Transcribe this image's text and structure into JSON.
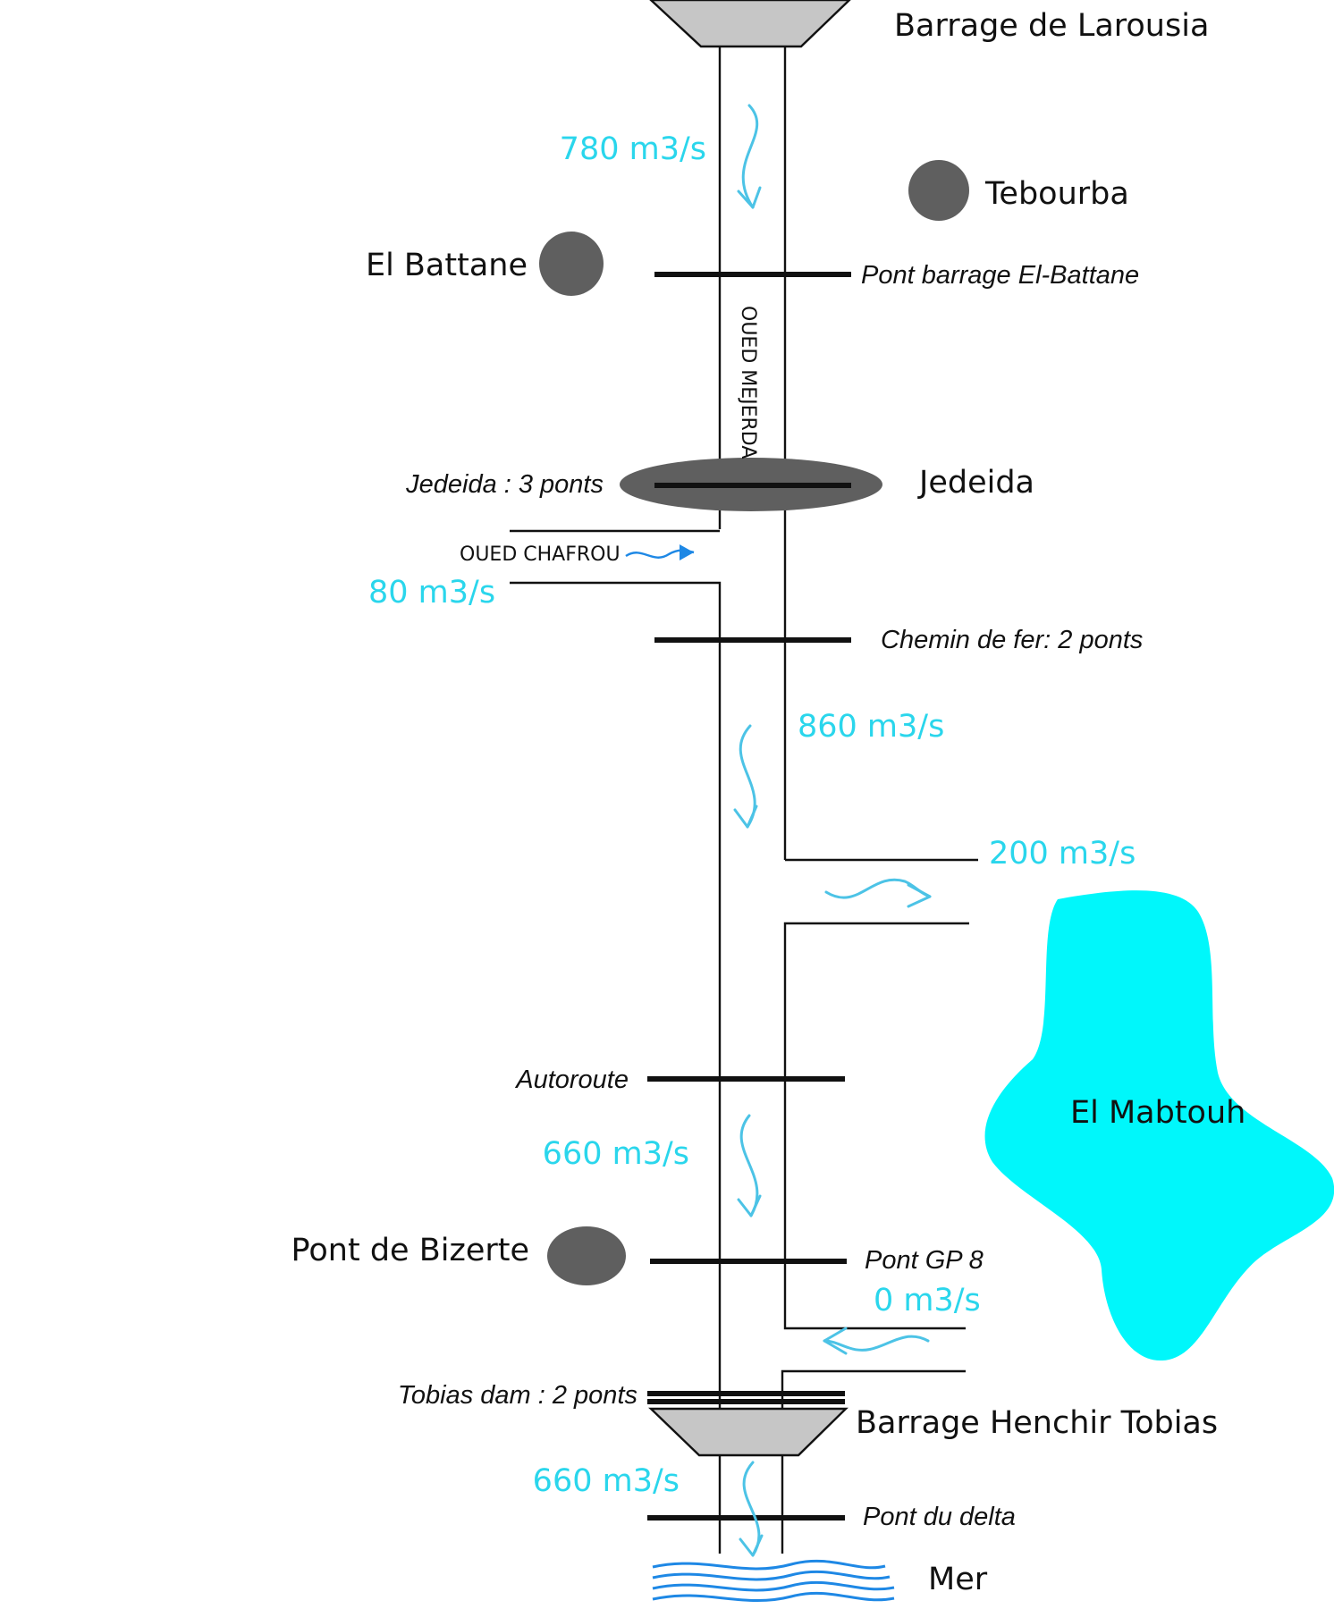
{
  "places": {
    "barrage_larousia": "Barrage de Larousia",
    "tebourba": "Tebourba",
    "el_battane": "El Battane",
    "jedeida": "Jedeida",
    "el_mabtouh": "El Mabtouh",
    "pont_de_bizerte": "Pont de Bizerte",
    "barrage_henchir_tobias": "Barrage Henchir Tobias",
    "mer": "Mer"
  },
  "bridges": {
    "pont_barrage_el_battane": "Pont barrage El-Battane",
    "jedeida_3_ponts": "Jedeida : 3 ponts",
    "chemin_de_fer": "Chemin de fer: 2 ponts",
    "autoroute": "Autoroute",
    "pont_gp8": "Pont GP 8",
    "tobias_dam": "Tobias dam : 2 ponts",
    "pont_du_delta": "Pont du delta"
  },
  "rivers": {
    "main": "OUED MEJERDA",
    "tributary": "OUED CHAFROU"
  },
  "flows": {
    "upstream": "780 m3/s",
    "chafrou": "80 m3/s",
    "after_confluence": "860 m3/s",
    "to_mabtouh": "200 m3/s",
    "downstream": "660 m3/s",
    "return_from_mabtouh": "0 m3/s",
    "to_sea": "660 m3/s"
  },
  "colors": {
    "flow_text": "#2ad6ec",
    "flow_arrow": "#4cc3e6",
    "lake": "#00f7fb",
    "town": "#5f5f5f",
    "dam": "#c6c6c6",
    "sea": "#1e88e5"
  }
}
